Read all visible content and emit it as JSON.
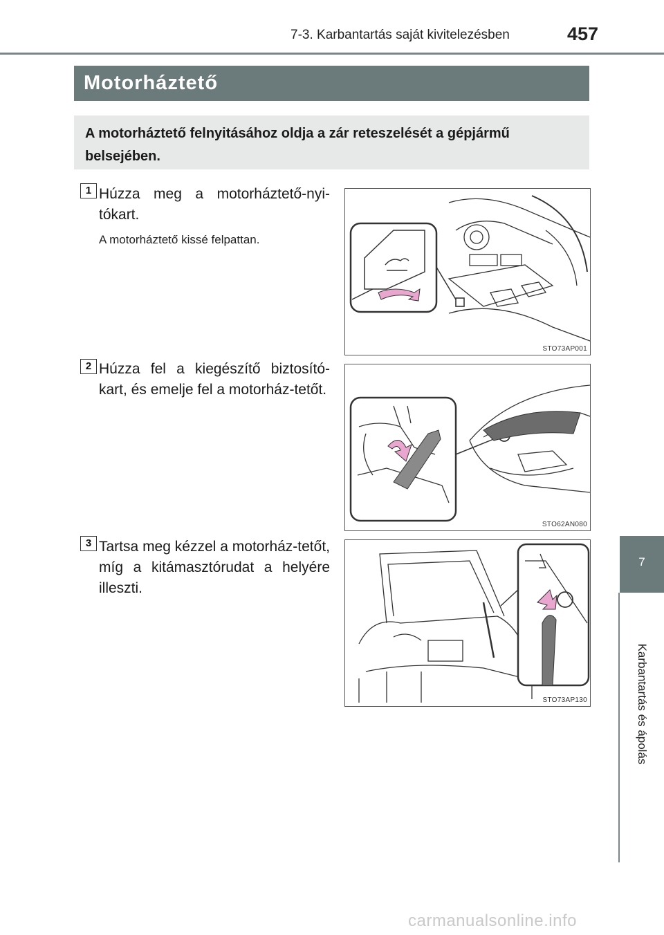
{
  "header": {
    "section": "7-3. Karbantartás saját kivitelezésben",
    "page_number": "457"
  },
  "title": "Motorháztető",
  "intro": "A motorháztető felnyitásához oldja a zár reteszelését a gépjármű belsejében.",
  "steps": [
    {
      "number": "1",
      "text": "Húzza meg a motorháztető-nyi-tókart.",
      "note": "A motorháztető kissé felpattan.",
      "figure_code": "STO73AP001"
    },
    {
      "number": "2",
      "text": "Húzza fel a kiegészítő biztosító-kart, és emelje fel a motorház-tetőt.",
      "figure_code": "STO62AN080"
    },
    {
      "number": "3",
      "text": "Tartsa meg kézzel a motorház-tetőt, míg a kitámasztórudat a helyére illeszti.",
      "figure_code": "STO73AP130"
    }
  ],
  "side_tab": {
    "chapter": "7",
    "label": "Karbantartás és ápolás"
  },
  "watermark": "carmanualsonline.info",
  "colors": {
    "tab_gray": "#6b7a7b",
    "intro_bg": "#e7e8e8",
    "arrow_pink": "#e9a6cf"
  }
}
